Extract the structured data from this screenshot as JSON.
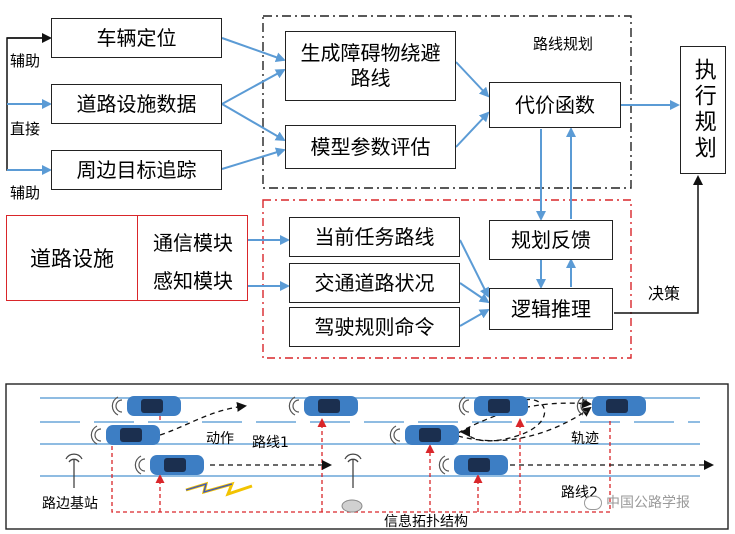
{
  "diagram": {
    "inputs": {
      "vehicle_position": "车辆定位",
      "road_facility_data": "道路设施数据",
      "surrounding_tracking": "周边目标追踪"
    },
    "side_labels": {
      "aux_top": "辅助",
      "direct": "直接",
      "aux_bottom": "辅助"
    },
    "road_facility_block": {
      "title": "道路设施",
      "comm_module": "通信模块",
      "sense_module": "感知模块"
    },
    "path_planning": {
      "label": "路线规划",
      "obstacle_path": "生成障碍物绕避路线",
      "model_param": "模型参数评估",
      "cost_function": "代价函数"
    },
    "reasoning": {
      "current_task_route": "当前任务路线",
      "traffic_condition": "交通道路状况",
      "driving_rules": "驾驶规则命令",
      "planning_feedback": "规划反馈",
      "logic_reasoning": "逻辑推理"
    },
    "execution": {
      "label": "执行规划",
      "decision": "决策"
    }
  },
  "scene": {
    "action": "动作",
    "route1": "路线1",
    "route2": "路线2",
    "trajectory": "轨迹",
    "roadside_station": "路边基站",
    "info_topology": "信息拓扑结构",
    "watermark": "中国公路学报"
  },
  "colors": {
    "arrow_blue": "#5b9bd5",
    "red_dashed": "#d9262a",
    "car_blue": "#3d7ec4",
    "lane_blue": "#6aa6d8"
  }
}
